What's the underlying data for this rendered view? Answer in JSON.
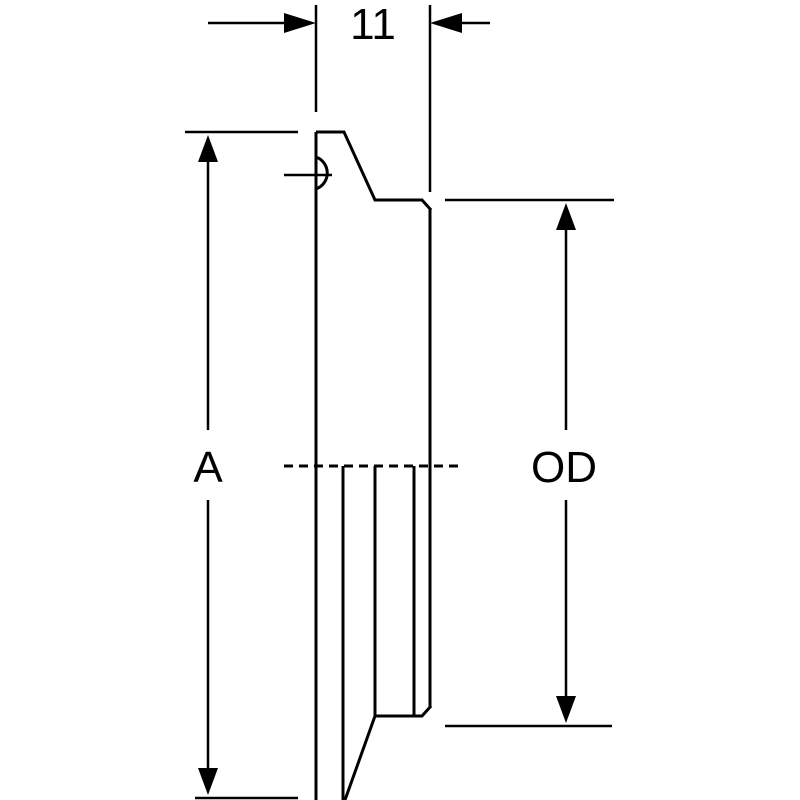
{
  "dimensions": {
    "width_label": "11",
    "flange_dia_label": "A",
    "outer_dia_label": "OD"
  }
}
